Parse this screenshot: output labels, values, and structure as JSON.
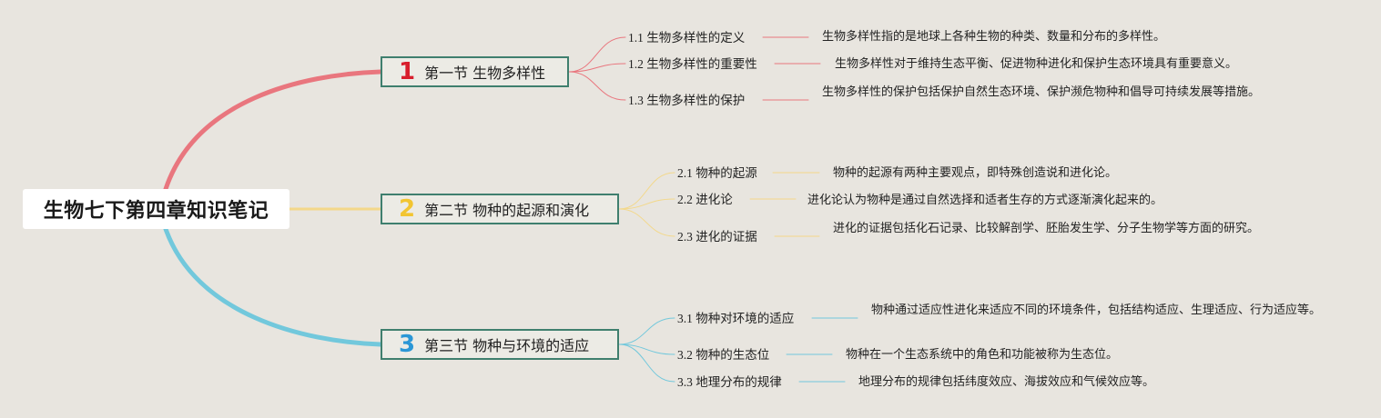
{
  "root": {
    "title": "生物七下第四章知识笔记"
  },
  "branches": [
    {
      "number": "1",
      "label": "第一节 生物多样性",
      "color": "#e9767e",
      "number_color": "#d81e2c",
      "children": [
        {
          "label": "1.1 生物多样性的定义",
          "text": "生物多样性指的是地球上各种生物的种类、数量和分布的多样性。"
        },
        {
          "label": "1.2 生物多样性的重要性",
          "text": "生物多样性对于维持生态平衡、促进物种进化和保护生态环境具有重要意义。"
        },
        {
          "label": "1.3 生物多样性的保护",
          "text": "生物多样性的保护包括保护自然生态环境、保护濒危物种和倡导可持续发展等措施。"
        }
      ]
    },
    {
      "number": "2",
      "label": "第二节 物种的起源和演化",
      "color": "#f3d88a",
      "number_color": "#f2c531",
      "children": [
        {
          "label": "2.1 物种的起源",
          "text": "物种的起源有两种主要观点，即特殊创造说和进化论。"
        },
        {
          "label": "2.2 进化论",
          "text": "进化论认为物种是通过自然选择和适者生存的方式逐渐演化起来的。"
        },
        {
          "label": "2.3 进化的证据",
          "text": "进化的证据包括化石记录、比较解剖学、胚胎发生学、分子生物学等方面的研究。"
        }
      ]
    },
    {
      "number": "3",
      "label": "第三节 物种与环境的适应",
      "color": "#72c8dc",
      "number_color": "#2b97d6",
      "children": [
        {
          "label": "3.1 物种对环境的适应",
          "text": "物种通过适应性进化来适应不同的环境条件，包括结构适应、生理适应、行为适应等。"
        },
        {
          "label": "3.2 物种的生态位",
          "text": "物种在一个生态系统中的角色和功能被称为生态位。"
        },
        {
          "label": "3.3 地理分布的规律",
          "text": "地理分布的规律包括纬度效应、海拔效应和气候效应等。"
        }
      ]
    }
  ]
}
